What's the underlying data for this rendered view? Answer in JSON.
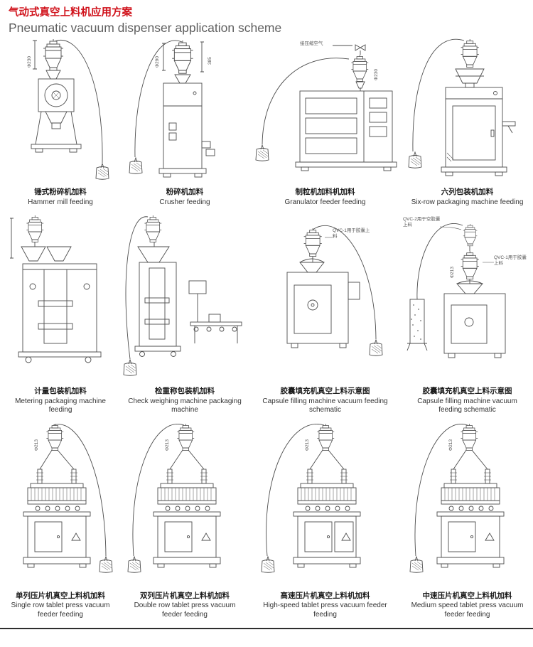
{
  "header": {
    "title_zh": "气动式真空上料机应用方案",
    "title_en": "Pneumatic vacuum dispenser application scheme"
  },
  "accent_color": "#d0121b",
  "cells": [
    {
      "zh": "锤式粉碎机加料",
      "en": "Hammer mill feeding",
      "ann": [
        "Φ230"
      ]
    },
    {
      "zh": "粉碎机加料",
      "en": "Crusher feeding",
      "ann": [
        "Φ290",
        "385"
      ]
    },
    {
      "zh": "制粒机加料机加料",
      "en": "Granulator feeder feeding",
      "ann": [
        "接压缩空气",
        "Φ230"
      ]
    },
    {
      "zh": "六列包装机加料",
      "en": "Six-row packaging machine feeding",
      "ann": []
    },
    {
      "zh": "计量包装机加料",
      "en": "Metering packaging machine feeding",
      "ann": []
    },
    {
      "zh": "检重称包装机加料",
      "en": "Check weighing machine packaging machine",
      "ann": []
    },
    {
      "zh": "胶囊填充机真空上料示意图",
      "en": "Capsule filling machine vacuum feeding schematic",
      "ann": [
        "QVC-1用于胶囊上料"
      ]
    },
    {
      "zh": "胶囊填充机真空上料示意图",
      "en": "Capsule filling machine vacuum feeding schematic",
      "ann": [
        "QVC-2用于空胶囊上料",
        "QVC-1用于胶囊上料",
        "Φ213"
      ]
    },
    {
      "zh": "单列压片机真空上料机加料",
      "en": "Single row tablet press vacuum feeder feeding",
      "ann": [
        "Φ213"
      ]
    },
    {
      "zh": "双列压片机真空上料机加料",
      "en": "Double row tablet press vacuum feeder feeding",
      "ann": [
        "Φ213"
      ]
    },
    {
      "zh": "高速压片机真空上料机加料",
      "en": "High-speed tablet press vacuum feeder feeding",
      "ann": [
        "Φ213"
      ]
    },
    {
      "zh": "中速压片机真空上料机加料",
      "en": "Medium speed tablet press vacuum feeder feeding",
      "ann": [
        "Φ213"
      ]
    }
  ]
}
